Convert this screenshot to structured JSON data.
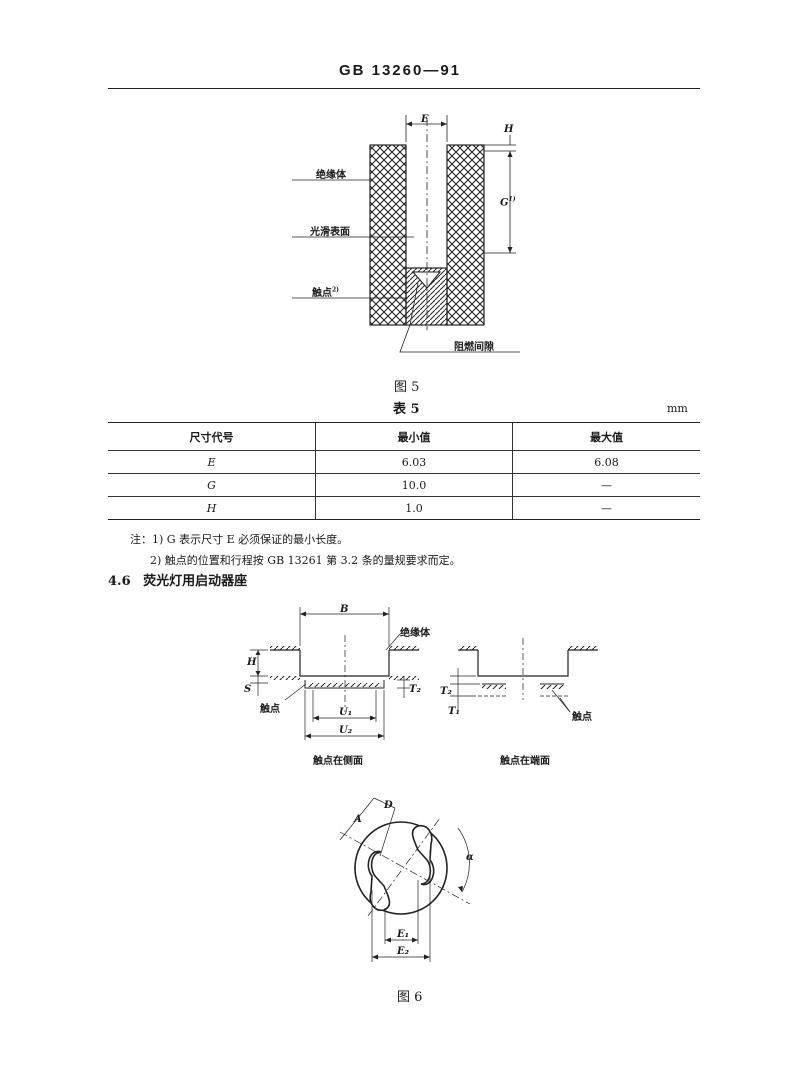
{
  "header": {
    "standard_no": "GB 13260—91"
  },
  "figure5": {
    "dim_E": "E",
    "dim_H": "H",
    "dim_G": "G",
    "dim_G_note": "1)",
    "label_insulator": "绝缘体",
    "label_smooth_surface": "光滑表面",
    "label_contact": "触点",
    "label_contact_note": "2)",
    "label_gap": "阻燃间隙",
    "caption": "图 5"
  },
  "table5": {
    "caption": "表 5",
    "unit": "mm",
    "headers": [
      "尺寸代号",
      "最小值",
      "最大值"
    ],
    "rows": [
      [
        "E",
        "6.03",
        "6.08"
      ],
      [
        "G",
        "10.0",
        "—"
      ],
      [
        "H",
        "1.0",
        "—"
      ]
    ]
  },
  "notes": {
    "note1": "注：1) G 表示尺寸 E 必须保证的最小长度。",
    "note2": "2) 触点的位置和行程按 GB 13261 第 3.2 条的量规要求而定。"
  },
  "section": {
    "number": "4.6",
    "title": "荧光灯用启动器座"
  },
  "figure6": {
    "dim_B": "B",
    "dim_H": "H",
    "dim_S": "S",
    "dim_T2": "T₂",
    "dim_T1": "T₁",
    "dim_U1": "U₁",
    "dim_U2": "U₂",
    "dim_A": "A",
    "dim_D": "D",
    "dim_alpha": "α",
    "dim_E1": "E₁",
    "dim_E2": "E₂",
    "label_insulator": "绝缘体",
    "label_contact_left": "触点",
    "label_contact_right": "触点",
    "sub_left": "触点在侧面",
    "sub_right": "触点在端面",
    "caption": "图 6"
  }
}
